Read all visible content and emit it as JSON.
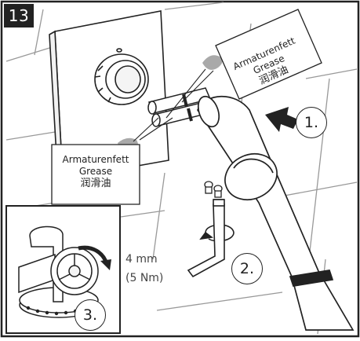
{
  "step_number": "13",
  "labels": {
    "left_tag": {
      "line1": "Armaturenfett",
      "line2": "Grease",
      "line3": "润滑油"
    },
    "right_tag": {
      "line1": "Armaturenfett",
      "line2": "Grease",
      "line3": "润滑油"
    },
    "callout_1": "1.",
    "callout_2": "2.",
    "callout_3": "3.",
    "hex_key_size": "4 mm",
    "torque": "(5 Nm)"
  },
  "colors": {
    "ink": "#222222",
    "grease": "#a9a9a9",
    "badge": "#222222"
  }
}
